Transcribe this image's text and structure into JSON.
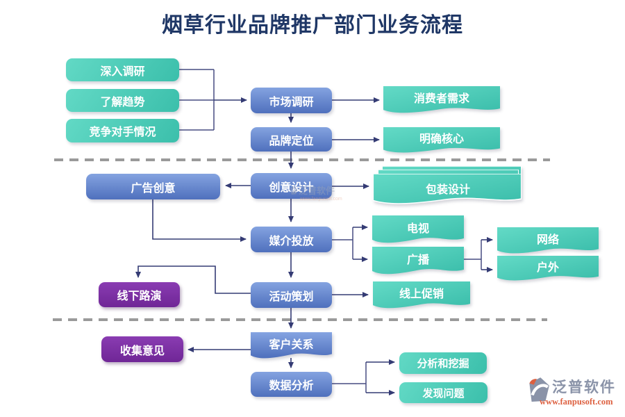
{
  "title": "烟草行业品牌推广部门业务流程",
  "nodes": {
    "deep_research": "深入调研",
    "understand_trends": "了解趋势",
    "competitor_info": "竞争对手情况",
    "market_research": "市场调研",
    "brand_positioning": "品牌定位",
    "consumer_needs": "消费者需求",
    "clarify_core": "明确核心",
    "ad_creative": "广告创意",
    "creative_design": "创意设计",
    "packaging_design": "包装设计",
    "media_placement": "媒介投放",
    "tv": "电视",
    "radio": "广播",
    "network": "网络",
    "outdoor": "户外",
    "offline_roadshow": "线下路演",
    "event_planning": "活动策划",
    "online_promotion": "线上促销",
    "customer_relations": "客户关系",
    "collect_feedback": "收集意见",
    "data_analysis": "数据分析",
    "analyze_mine": "分析和挖掘",
    "find_problems": "发现问题"
  },
  "edges": [
    {
      "from": "深入调研",
      "to": "市场调研"
    },
    {
      "from": "了解趋势",
      "to": "市场调研"
    },
    {
      "from": "竞争对手情况",
      "to": "市场调研"
    },
    {
      "from": "市场调研",
      "to": "消费者需求"
    },
    {
      "from": "市场调研",
      "to": "品牌定位"
    },
    {
      "from": "品牌定位",
      "to": "明确核心"
    },
    {
      "from": "品牌定位",
      "to": "创意设计"
    },
    {
      "from": "创意设计",
      "to": "广告创意"
    },
    {
      "from": "创意设计",
      "to": "包装设计"
    },
    {
      "from": "创意设计",
      "to": "媒介投放"
    },
    {
      "from": "广告创意",
      "to": "媒介投放"
    },
    {
      "from": "媒介投放",
      "to": "电视"
    },
    {
      "from": "媒介投放",
      "to": "广播"
    },
    {
      "from": "广播",
      "to": "网络"
    },
    {
      "from": "广播",
      "to": "户外"
    },
    {
      "from": "媒介投放",
      "to": "活动策划"
    },
    {
      "from": "活动策划",
      "to": "线下路演"
    },
    {
      "from": "活动策划",
      "to": "线上促销"
    },
    {
      "from": "活动策划",
      "to": "客户关系"
    },
    {
      "from": "客户关系",
      "to": "收集意见"
    },
    {
      "from": "客户关系",
      "to": "数据分析"
    },
    {
      "from": "数据分析",
      "to": "分析和挖掘"
    },
    {
      "from": "数据分析",
      "to": "发现问题"
    }
  ],
  "watermark": {
    "name": "泛普软件",
    "url": "www.fanpusoft.com"
  },
  "logo": {
    "name": "泛普软件",
    "url": "www.fanpusoft.com"
  },
  "colors": {
    "title_navy": "#1f3766",
    "teal_light": "#62d9c5",
    "teal_dark": "#3bbfab",
    "blue_light": "#84a3e0",
    "blue_dark": "#4f70bd",
    "purple": "#7b2fa5",
    "arrow": "#343b74",
    "dashed_gray": "#9a9a9a",
    "logo_slate": "#8a93a8",
    "logo_orange": "#dd6040"
  }
}
